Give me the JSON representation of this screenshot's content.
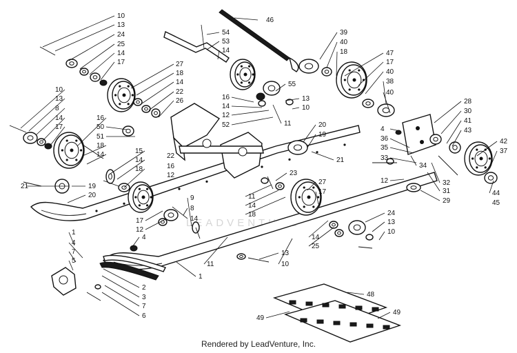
{
  "watermark": "LEADVENTURE",
  "footer": {
    "credit": "Rendered by LeadVenture, Inc."
  },
  "callouts": [
    "10",
    "13",
    "24",
    "25",
    "14",
    "17",
    "27",
    "18",
    "14",
    "22",
    "26",
    "10",
    "13",
    "8",
    "14",
    "17",
    "16",
    "50",
    "51",
    "18",
    "14",
    "15",
    "14",
    "18",
    "16",
    "22",
    "12",
    "21",
    "19",
    "20",
    "46",
    "54",
    "53",
    "14",
    "39",
    "40",
    "18",
    "47",
    "17",
    "40",
    "38",
    "40",
    "55",
    "16",
    "14",
    "12",
    "52",
    "13",
    "10",
    "11",
    "28",
    "30",
    "41",
    "43",
    "42",
    "37",
    "44",
    "45",
    "4",
    "36",
    "35",
    "33",
    "34",
    "31",
    "32",
    "29",
    "12",
    "20",
    "19",
    "21",
    "23",
    "11",
    "14",
    "18",
    "27",
    "17",
    "17",
    "12",
    "14",
    "8",
    "9",
    "4",
    "1",
    "4",
    "7",
    "5",
    "2",
    "3",
    "7",
    "6",
    "24",
    "13",
    "10",
    "14",
    "25",
    "13",
    "10",
    "11",
    "1",
    "48",
    "49",
    "49"
  ]
}
